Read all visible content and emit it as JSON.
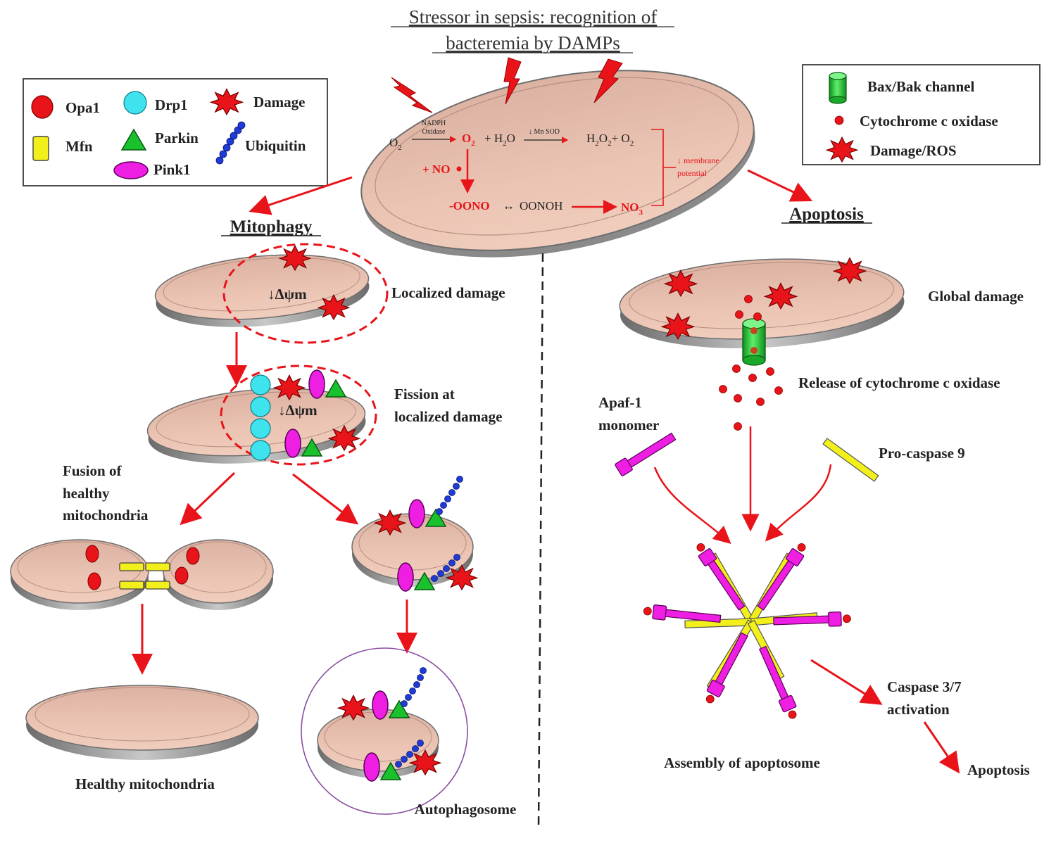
{
  "title": {
    "line1": "Stressor in sepsis: recognition of",
    "line2": "bacteremia by DAMPs"
  },
  "legend_left": {
    "opa1": "Opa1",
    "drp1": "Drp1",
    "damage": "Damage",
    "mfn": "Mfn",
    "parkin": "Parkin",
    "ubiquitin": "Ubiquitin",
    "pink1": "Pink1"
  },
  "legend_right": {
    "bax_bak": "Bax/Bak channel",
    "cytochrome": "Cytochrome  c oxidase",
    "damage_ros": "Damage/ROS"
  },
  "reaction": {
    "o2": "O",
    "nadph_1": "NADPH",
    "nadph_2": "Oxidase",
    "o2_radical": "O",
    "plus_h2o": "+ H",
    "h2o_o": "O",
    "mn_sod": "↓ Mn SOD",
    "h2o2": "H",
    "h2o2_rest": "O",
    "plus_o2": "+ O",
    "plus_no": "+ NO",
    "oono": "-OONO",
    "equilibrium": "↔",
    "oonoh": "OONOH",
    "no3": "NO",
    "membrane_1": "↓ membrane",
    "membrane_2": "potential",
    "sub2": "2",
    "sub3": "3"
  },
  "sections": {
    "mitophagy": "Mitophagy",
    "apoptosis": "Apoptosis"
  },
  "labels": {
    "localized_damage": "Localized  damage",
    "delta_psi": "↓Δψm",
    "fission_1": "Fission at",
    "fission_2": "localized damage",
    "fusion_1": "Fusion of",
    "fusion_2": "healthy",
    "fusion_3": "mitochondria",
    "healthy": "Healthy mitochondria",
    "autophagosome": "Autophagosome",
    "global_damage": "Global damage",
    "release": "Release of cytochrome  c oxidase",
    "apaf_1": "Apaf-1",
    "apaf_2": "monomer",
    "procaspase": "Pro-caspase 9",
    "assembly": "Assembly of apoptosome",
    "caspase_1": "Caspase 3/7",
    "caspase_2": "activation",
    "apoptosis_end": "Apoptosis"
  },
  "colors": {
    "red": "#e8141a",
    "mito_fill": "#e4b9a7",
    "mito_edge": "#7d7d7d",
    "cyan": "#3fe3ee",
    "green": "#19c22c",
    "magenta": "#ee1ee3",
    "yellow": "#f2ef1a",
    "blue": "#1f3bd6",
    "purple": "#8c4fa2"
  }
}
